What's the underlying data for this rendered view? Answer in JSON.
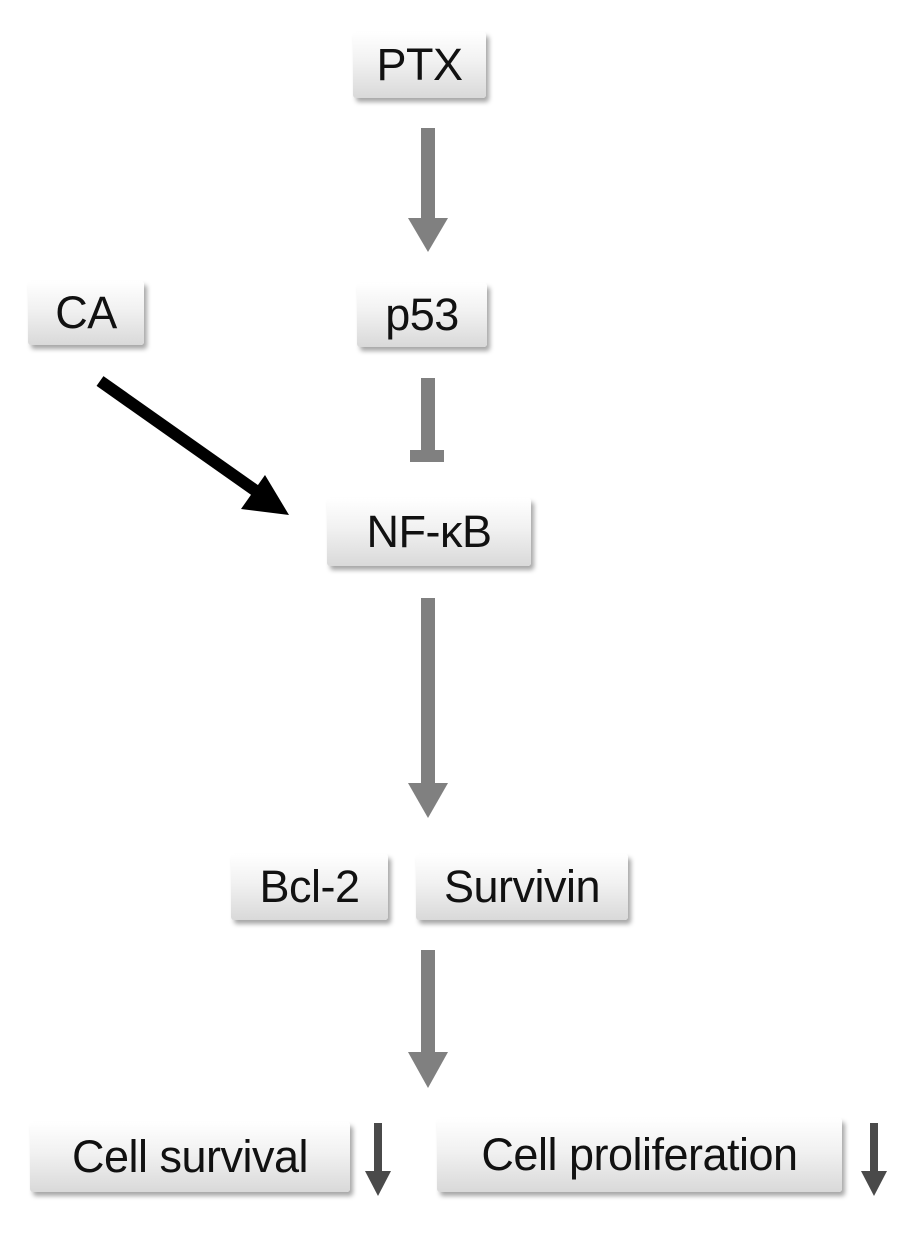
{
  "nodes": {
    "ptx": "PTX",
    "p53": "p53",
    "ca": "CA",
    "nfkb": "NF-κB",
    "bcl2": "Bcl-2",
    "survivin": "Survivin",
    "cell_survival": "Cell survival",
    "cell_proliferation": "Cell proliferation"
  },
  "colors": {
    "gray_arrow": "#808080",
    "black_arrow": "#000000",
    "down_indicator": "#4a4a4a"
  }
}
